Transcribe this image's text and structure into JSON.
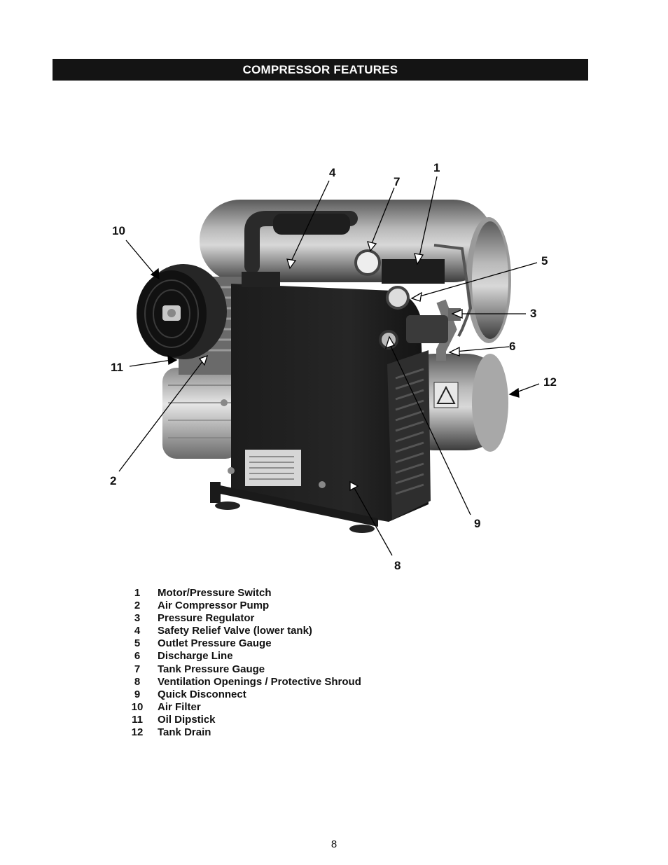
{
  "header": {
    "title": "COMPRESSOR FEATURES"
  },
  "callouts": {
    "n1": "1",
    "n2": "2",
    "n3": "3",
    "n4": "4",
    "n5": "5",
    "n6": "6",
    "n7": "7",
    "n8": "8",
    "n9": "9",
    "n10": "10",
    "n11": "11",
    "n12": "12"
  },
  "legend": [
    {
      "num": "1",
      "text": "Motor/Pressure Switch"
    },
    {
      "num": "2",
      "text": "Air Compressor Pump"
    },
    {
      "num": "3",
      "text": "Pressure Regulator"
    },
    {
      "num": "4",
      "text": "Safety Relief Valve (lower tank)"
    },
    {
      "num": "5",
      "text": "Outlet Pressure Gauge"
    },
    {
      "num": "6",
      "text": "Discharge Line"
    },
    {
      "num": "7",
      "text": "Tank Pressure Gauge"
    },
    {
      "num": "8",
      "text": "Ventilation Openings / Protective Shroud"
    },
    {
      "num": "9",
      "text": "Quick Disconnect"
    },
    {
      "num": "10",
      "text": "Air Filter"
    },
    {
      "num": "11",
      "text": "Oil Dipstick"
    },
    {
      "num": "12",
      "text": "Tank Drain"
    }
  ],
  "footer": {
    "page_number": "8"
  }
}
